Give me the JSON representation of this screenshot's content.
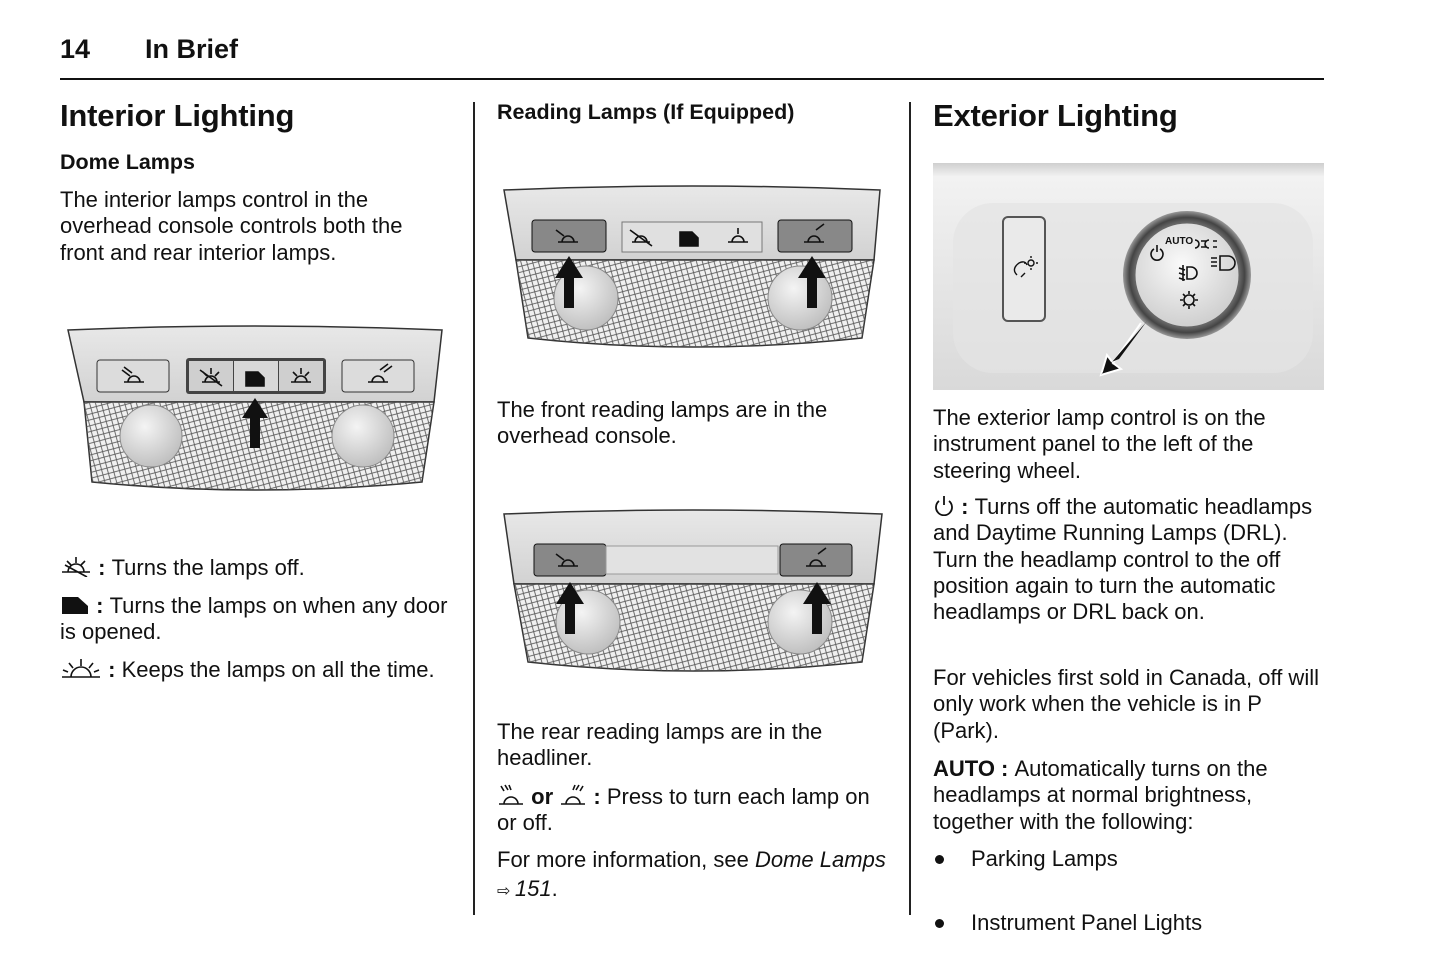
{
  "header": {
    "page_number": "14",
    "section": "In Brief"
  },
  "interior": {
    "title": "Interior Lighting",
    "dome": {
      "heading": "Dome Lamps",
      "intro": "The interior lamps control in the overhead console controls both the front and rear interior lamps.",
      "items": [
        {
          "icon": "dome-off-icon",
          "sep": " : ",
          "text": "Turns the lamps off."
        },
        {
          "icon": "door-icon",
          "sep": " : ",
          "text": "Turns the lamps on when any door is opened."
        },
        {
          "icon": "dome-on-icon",
          "sep": " : ",
          "text": "Keeps the lamps on all the time."
        }
      ]
    }
  },
  "reading": {
    "heading": "Reading Lamps (If Equipped)",
    "front_text": "The front reading lamps are in the overhead console.",
    "rear_text": "The rear reading lamps are in the headliner.",
    "press_or": "or",
    "press_sep": " : ",
    "press_text": "Press to turn each lamp on or off.",
    "more_prefix": "For more information, see ",
    "more_link": "Dome Lamps",
    "more_page": "151",
    "more_suffix": "."
  },
  "exterior": {
    "title": "Exterior Lighting",
    "dial_label": "AUTO",
    "intro": "The exterior lamp control is on the instrument panel to the left of the steering wheel.",
    "off_sep": " : ",
    "off_text": "Turns off the automatic headlamps and Daytime Running Lamps (DRL). Turn the headlamp control to the off position again to turn the automatic headlamps or DRL back on.",
    "canada_text": "For vehicles first sold in Canada, off will only work when the vehicle is in P (Park).",
    "auto_label": "AUTO",
    "auto_sep": " : ",
    "auto_text": "Automatically turns on the headlamps at normal brightness, together with the following:",
    "bullets": [
      "Parking Lamps",
      "Instrument Panel Lights"
    ]
  }
}
